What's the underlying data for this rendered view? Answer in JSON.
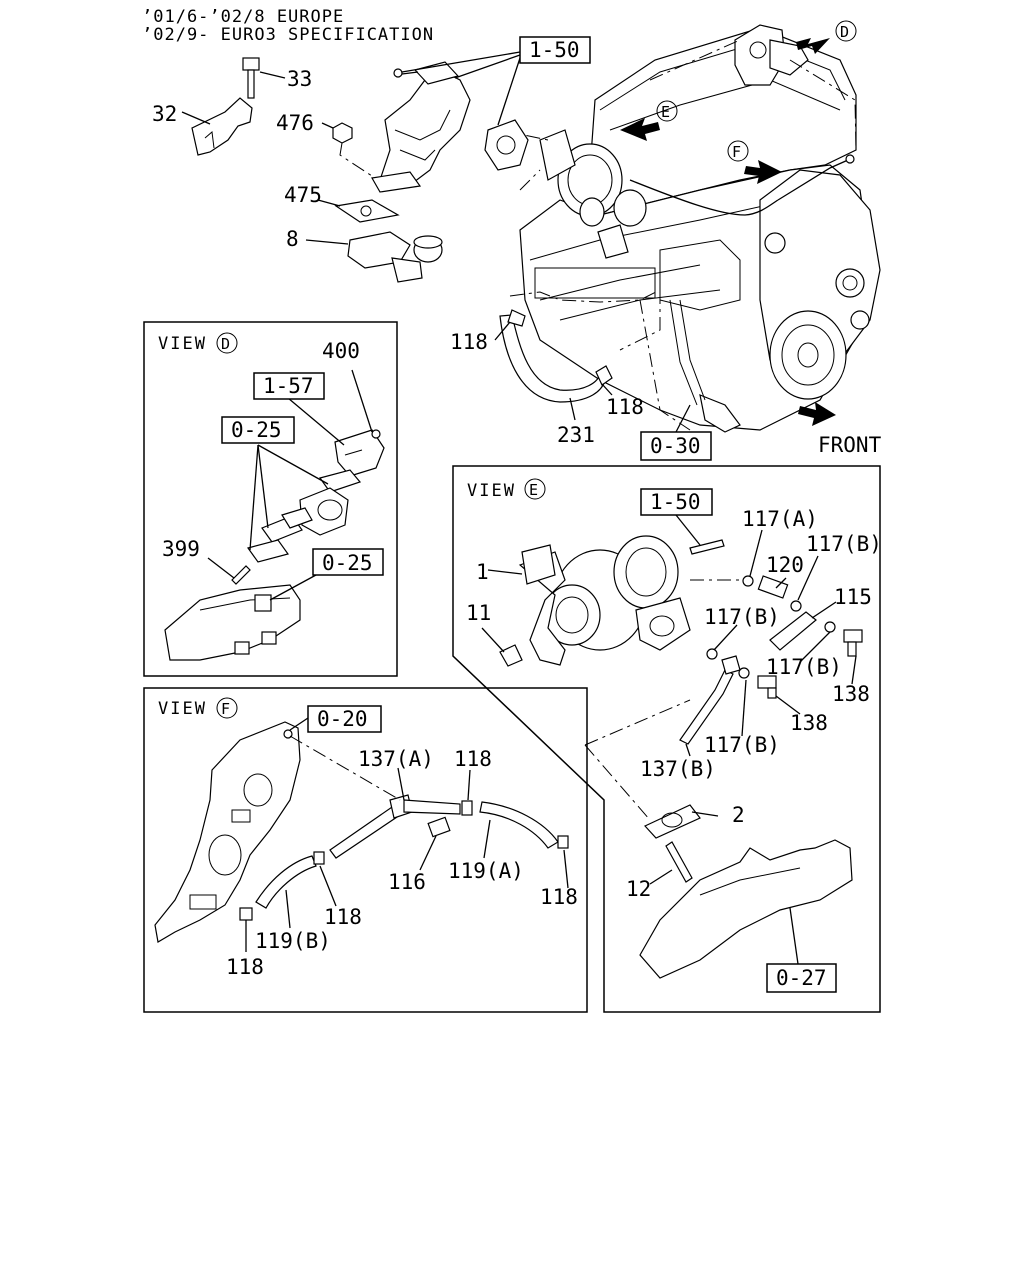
{
  "header": {
    "line1": "’01/6-’02/8 EUROPE",
    "line2": "’02/9- EURO3 SPECIFICATION"
  },
  "main": {
    "callouts": {
      "c33": "33",
      "c32": "32",
      "c476": "476",
      "c475": "475",
      "c8": "8",
      "c118a": "118",
      "c118b": "118",
      "c231": "231",
      "front": "FRONT"
    },
    "refboxes": {
      "r150": "1-50",
      "r030": "0-30"
    },
    "arrows": {
      "d": "D",
      "e": "E",
      "f": "F"
    }
  },
  "view_d": {
    "title": "VIEW",
    "letter": "D",
    "callouts": {
      "c400": "400",
      "c399": "399"
    },
    "refboxes": {
      "r157": "1-57",
      "r025a": "0-25",
      "r025b": "0-25"
    }
  },
  "view_e": {
    "title": "VIEW",
    "letter": "E",
    "callouts": {
      "c117a": "117(A)",
      "c117b1": "117(B)",
      "c120": "120",
      "c115": "115",
      "c1": "1",
      "c11": "11",
      "c117b2": "117(B)",
      "c117b3": "117(B)",
      "c138a": "138",
      "c138b": "138",
      "c117b4": "117(B)",
      "c137b": "137(B)",
      "c2": "2",
      "c12": "12"
    },
    "refboxes": {
      "r150": "1-50",
      "r027": "0-27"
    }
  },
  "view_f": {
    "title": "VIEW",
    "letter": "F",
    "callouts": {
      "c137a": "137(A)",
      "c118a": "118",
      "c116": "116",
      "c119a": "119(A)",
      "c118b": "118",
      "c118c": "118",
      "c119b": "119(B)",
      "c118d": "118"
    },
    "refboxes": {
      "r020": "0-20"
    }
  }
}
